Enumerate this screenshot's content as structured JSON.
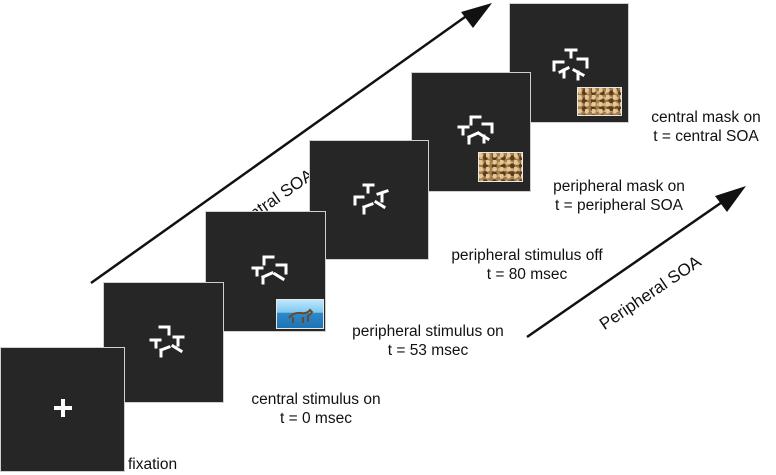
{
  "stages": [
    {
      "id": "fixation",
      "label": "fixation",
      "time": ""
    },
    {
      "id": "central-stimulus-on",
      "label": "central stimulus on",
      "time": "t = 0 msec"
    },
    {
      "id": "peripheral-stimulus-on",
      "label": "peripheral stimulus on",
      "time": "t = 53 msec"
    },
    {
      "id": "peripheral-stimulus-off",
      "label": "peripheral stimulus off",
      "time": "t = 80 msec"
    },
    {
      "id": "peripheral-mask-on",
      "label": "peripheral mask on",
      "time": "t = peripheral SOA"
    },
    {
      "id": "central-mask-on",
      "label": "central mask on",
      "time": "t = central SOA"
    }
  ],
  "arrows": {
    "central": "Central SOA",
    "peripheral": "Peripheral SOA"
  },
  "colors": {
    "frame": "#262626",
    "text": "#111111",
    "arrow": "#111111",
    "stimulus": "#ffffff"
  }
}
